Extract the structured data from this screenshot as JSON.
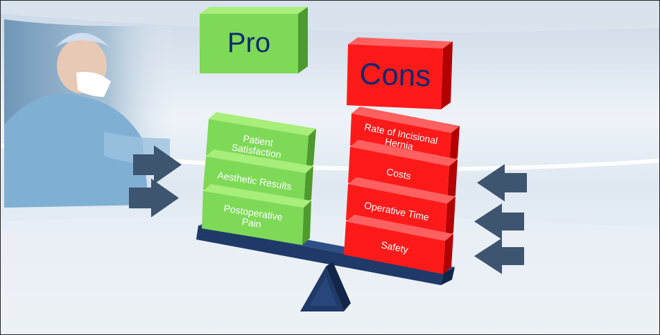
{
  "pro": {
    "heading": "Pro",
    "items": [
      "Patient\nSatisfaction",
      "Aesthetic Results",
      "Postoperative\nPain"
    ]
  },
  "cons": {
    "heading": "Cons",
    "items": [
      "Rate of Incisional\nHernia",
      "Costs",
      "Operative Time",
      "Safety"
    ]
  },
  "colors": {
    "pro_fill": "#7ed957",
    "pro_side": "#4e9a2f",
    "cons_fill": "#ff1a1a",
    "cons_side": "#b30000",
    "heading_text": "#0b2a6e",
    "beam": "#1f3a68",
    "arrow": "#3e5570"
  },
  "icons": [
    "arrow-right-icon",
    "arrow-left-icon",
    "fulcrum-icon",
    "surgeon-photo"
  ]
}
